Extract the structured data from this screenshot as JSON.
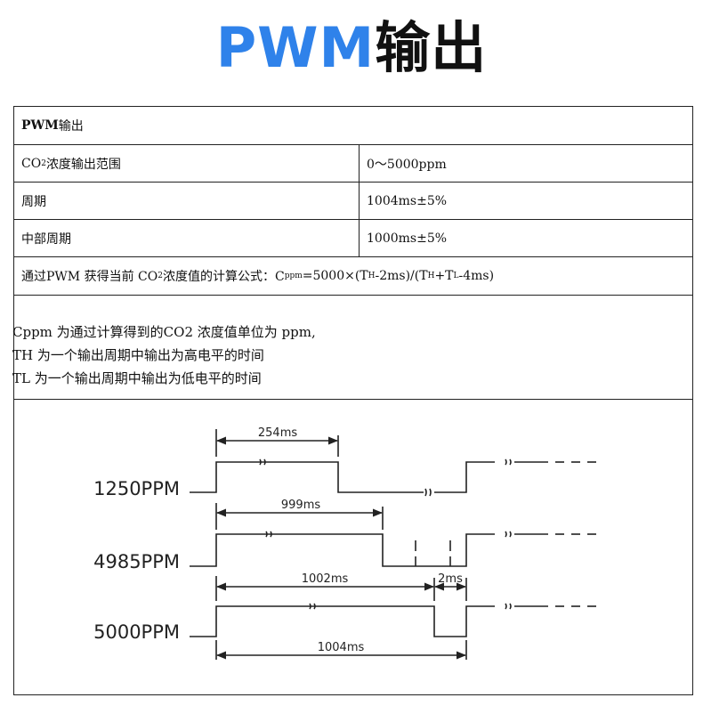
{
  "header": {
    "title_en": "PWM",
    "title_cn": "输出"
  },
  "table": {
    "section_title": {
      "bold": "PWM",
      "rest": " 输出"
    },
    "rows": [
      {
        "label_pre": "CO",
        "label_sub": "2",
        "label_post": " 浓度输出范围",
        "value": "0～5000ppm"
      },
      {
        "label": "周期",
        "value": "1004ms±5%"
      },
      {
        "label": "中部周期",
        "value": "1000ms±5%"
      }
    ],
    "formula": {
      "intro": "通过PWM 获得当前 CO",
      "intro_sub": "2",
      "intro_post": " 浓度值的计算公式：C",
      "c_sub": "ppm",
      "eq1": "=5000×(T",
      "h_sub": "H",
      "eq2": "-2ms)/(T",
      "h_sub2": "H",
      "eq3": "+T",
      "l_sub": "L",
      "eq4": "-4ms)"
    },
    "notes": [
      "Cppm 为通过计算得到的CO2 浓度值单位为 ppm,",
      "TH 为一个输出周期中输出为高电平的时间",
      "TL 为一个输出周期中输出为低电平的时间"
    ]
  },
  "diagram": {
    "waves": [
      {
        "label": "1250PPM",
        "high_ms": "254ms"
      },
      {
        "label": "4985PPM",
        "high_ms": "999ms"
      },
      {
        "label": "5000PPM",
        "high_ms": "1002ms",
        "low_ms": "2ms"
      }
    ],
    "period_label": "1004ms"
  }
}
